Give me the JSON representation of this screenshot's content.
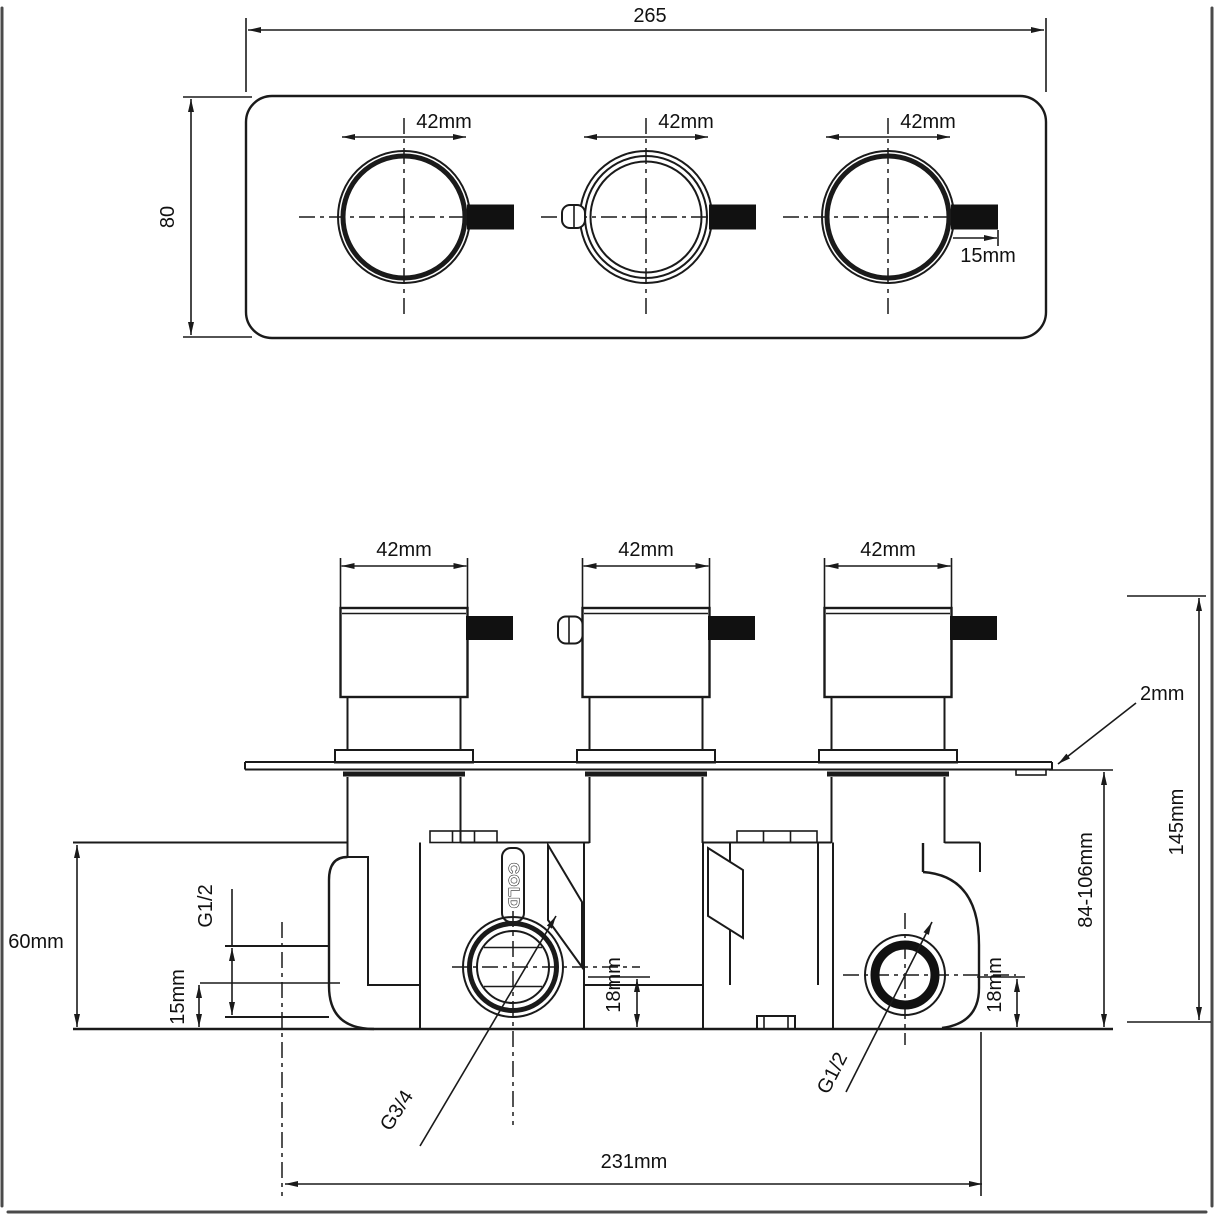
{
  "views": {
    "plan": {
      "overall_width": "265",
      "overall_height": "80",
      "knob_dia_1": "42mm",
      "knob_dia_2": "42mm",
      "knob_dia_3": "42mm",
      "handle_len": "15mm"
    },
    "front": {
      "knob_dia_1": "42mm",
      "knob_dia_2": "42mm",
      "knob_dia_3": "42mm",
      "plate_thickness": "2mm",
      "overall_height": "145mm",
      "install_depth": "84-106mm",
      "body_height": "60mm",
      "rear_inlet_thread": "G1/2",
      "rear_inlet_center_height": "15mm",
      "cold_marking": "COLD",
      "left_port_center_height": "18mm",
      "right_port_center_height": "18mm",
      "bottom_outlet_thread": "G3/4",
      "side_outlet_thread": "G1/2",
      "port_spacing_width": "231mm"
    }
  },
  "colors": {
    "line": "#1a1a1a",
    "background": "#ffffff",
    "handle_fill": "#111111",
    "frame_edge": "#4a4a4a"
  }
}
